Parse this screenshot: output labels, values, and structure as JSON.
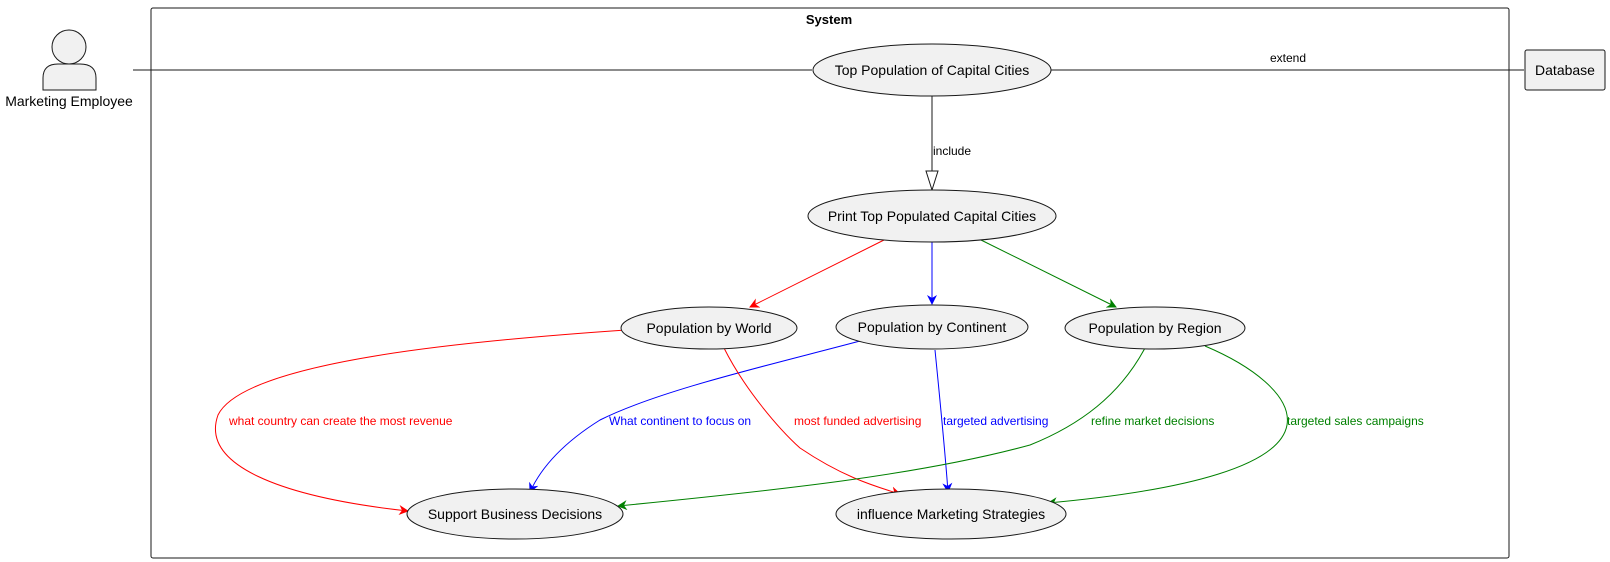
{
  "system": {
    "title": "System"
  },
  "actor": {
    "name": "Marketing Employee"
  },
  "external": {
    "database": "Database"
  },
  "use_cases": {
    "top_population": "Top Population of Capital Cities",
    "print_top": "Print Top Populated Capital Cities",
    "by_world": "Population by World",
    "by_continent": "Population by Continent",
    "by_region": "Population by Region",
    "support_decisions": "Support Business Decisions",
    "influence_marketing": "influence Marketing Strategies"
  },
  "relations": {
    "extend": "extend",
    "include": "include",
    "world_to_support": "what country can create the most revenue",
    "continent_to_support": "What continent to focus on",
    "world_to_influence": "most funded advertising",
    "continent_to_influence": "targeted advertising",
    "region_to_support": "refine market decisions",
    "region_to_influence": "targeted sales campaigns"
  },
  "colors": {
    "red": "#ff0000",
    "blue": "#0000ff",
    "green": "#008000",
    "usecase_fill": "#f1f1f1",
    "border": "#181818"
  }
}
